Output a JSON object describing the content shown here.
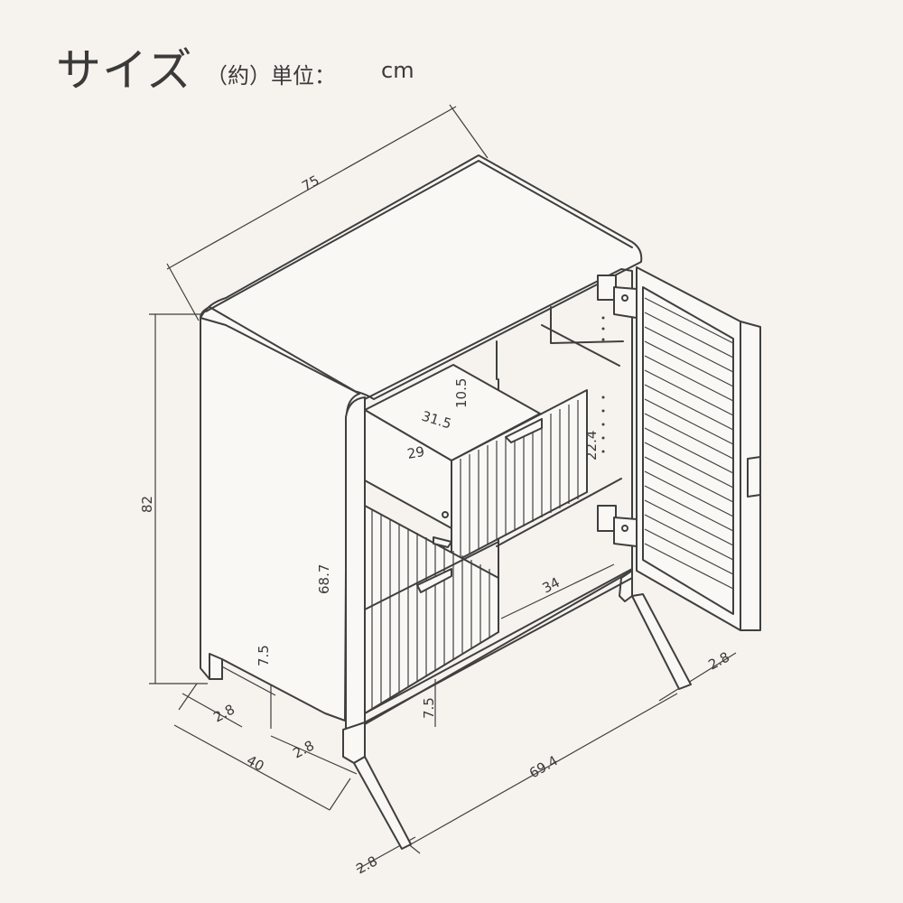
{
  "header": {
    "title": "サイズ",
    "subtitle": "（約）単位：",
    "unit": "cm"
  },
  "dimensions": {
    "width_top": "75",
    "height_total": "82",
    "depth": "40",
    "inner_height": "68.7",
    "front_width": "69.4",
    "shelf_depth": "34",
    "leg_height_side": "7.5",
    "leg_height_front": "7.5",
    "leg_width_left": "2.8",
    "leg_width_mid": "2.8",
    "leg_width_front": "2.8",
    "leg_width_right": "2.8",
    "drawer_outer_width": "31.5",
    "drawer_inner_width": "29",
    "drawer_height": "10.5",
    "interior_height": "22.4"
  }
}
